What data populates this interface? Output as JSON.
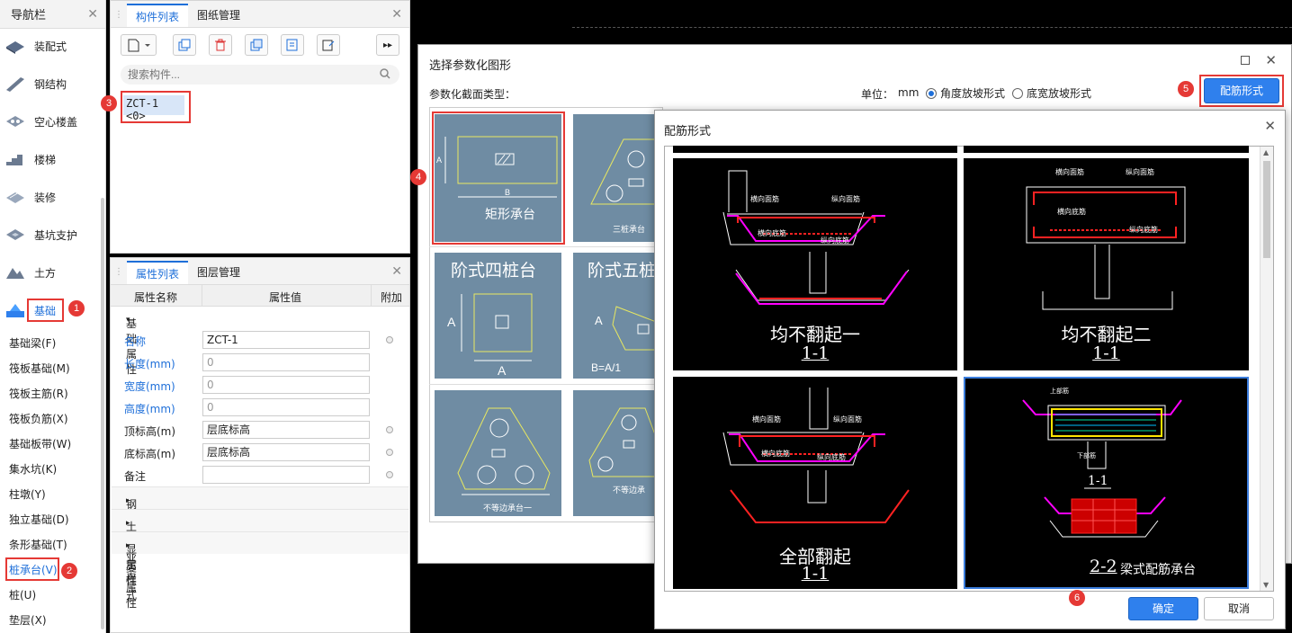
{
  "nav": {
    "title": "导航栏",
    "categories": [
      "装配式",
      "钢结构",
      "空心楼盖",
      "楼梯",
      "装修",
      "基坑支护",
      "土方",
      "基础"
    ],
    "subitems": [
      "基础梁(F)",
      "筏板基础(M)",
      "筏板主筋(R)",
      "筏板负筋(X)",
      "基础板带(W)",
      "集水坑(K)",
      "柱墩(Y)",
      "独立基础(D)",
      "条形基础(T)",
      "桩承台(V)",
      "桩(U)",
      "垫层(X)"
    ]
  },
  "component_panel": {
    "tabs": [
      "构件列表",
      "图纸管理"
    ],
    "search_placeholder": "搜索构件...",
    "item": "ZCT-1 <0>"
  },
  "property_panel": {
    "tabs": [
      "属性列表",
      "图层管理"
    ],
    "headers": [
      "属性名称",
      "属性值",
      "附加"
    ],
    "section_basic": "基础属性",
    "rows": [
      {
        "name": "名称",
        "value": "ZCT-1"
      },
      {
        "name": "长度(mm)",
        "value": "0"
      },
      {
        "name": "宽度(mm)",
        "value": "0"
      },
      {
        "name": "高度(mm)",
        "value": "0"
      },
      {
        "name": "顶标高(m)",
        "value": "层底标高"
      },
      {
        "name": "底标高(m)",
        "value": "层底标高"
      },
      {
        "name": "备注",
        "value": ""
      }
    ],
    "sections": [
      "钢筋业务属性",
      "土建业务属性",
      "显示样式"
    ]
  },
  "param_dialog": {
    "title": "选择参数化图形",
    "type_label": "参数化截面类型：",
    "unit_label": "单位：",
    "unit": "mm",
    "radio1": "角度放坡形式",
    "radio2": "底宽放坡形式",
    "rebar_button": "配筋形式",
    "thumbs": [
      "矩形承台",
      "三桩承台",
      "阶式四桩台",
      "阶式五桩",
      "不等边承台一",
      "不等边承"
    ],
    "dim_a": "A",
    "dim_b": "B",
    "dim_ba": "B=A/1"
  },
  "rebar_dialog": {
    "title": "配筋形式",
    "options": [
      {
        "label": "均不翻起一",
        "section": "1-1"
      },
      {
        "label": "均不翻起二",
        "section": "1-1"
      },
      {
        "label": "全部翻起",
        "section": "1-1"
      },
      {
        "label": "梁式配筋承台",
        "section": "2-2",
        "top_section": "1-1"
      }
    ],
    "bar_labels": {
      "h_top": "横向面筋",
      "v_top": "纵向面筋",
      "h_bot": "横向底筋",
      "v_bot": "纵向底筋",
      "top_bar": "上部筋",
      "bot_bar": "下部筋"
    },
    "ok": "确定",
    "cancel": "取消"
  },
  "badges": [
    "1",
    "2",
    "3",
    "4",
    "5",
    "6"
  ]
}
